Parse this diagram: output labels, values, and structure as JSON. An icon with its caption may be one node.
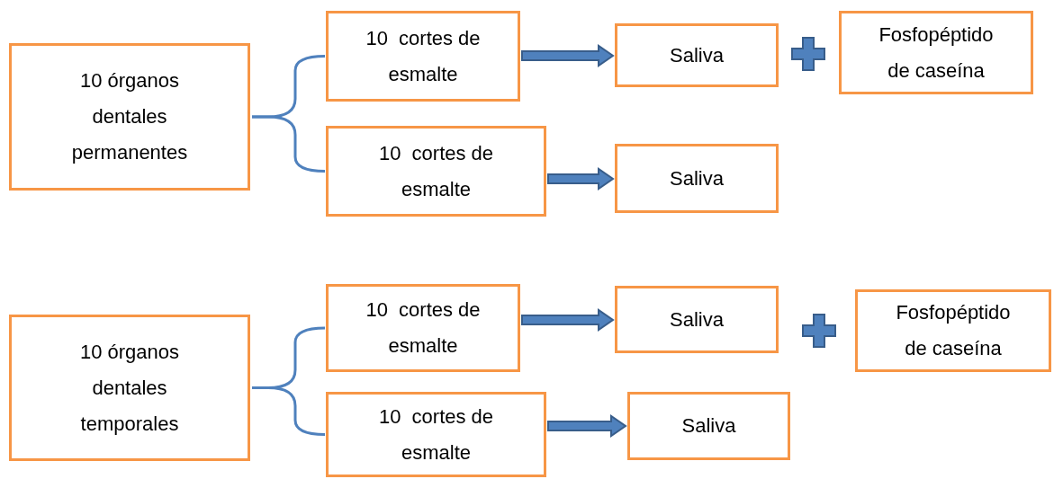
{
  "diagram": {
    "nodes": [
      {
        "text": [
          "10 órganos dentales permanentes"
        ]
      },
      {
        "text": [
          "10  cortes de esmalte"
        ]
      },
      {
        "text": [
          "10  cortes de esmalte"
        ]
      },
      {
        "text": [
          "Saliva"
        ]
      },
      {
        "text": [
          "Fosfopéptido de caseína"
        ]
      },
      {
        "text": [
          "Saliva"
        ]
      },
      {
        "text": [
          "10 órganos dentales temporales"
        ]
      },
      {
        "text": [
          "10  cortes de esmalte"
        ]
      },
      {
        "text": [
          "10  cortes de esmalte"
        ]
      },
      {
        "text": [
          "Saliva"
        ]
      },
      {
        "text": [
          "Fosfopéptido de caseína"
        ]
      },
      {
        "text": [
          "Saliva"
        ]
      }
    ],
    "edges": [
      {
        "from": 0,
        "to": 1,
        "arrow": "none"
      },
      {
        "from": 0,
        "to": 2,
        "arrow": "none"
      },
      {
        "from": 1,
        "to": 3,
        "arrow": "to",
        "style": "thick"
      },
      {
        "from": 2,
        "to": 5,
        "arrow": "to",
        "style": "thick"
      },
      {
        "from": 6,
        "to": 7,
        "arrow": "none"
      },
      {
        "from": 6,
        "to": 8,
        "arrow": "none"
      },
      {
        "from": 7,
        "to": 9,
        "arrow": "to",
        "style": "thick"
      },
      {
        "from": 8,
        "to": 11,
        "arrow": "to",
        "style": "thick"
      }
    ]
  }
}
